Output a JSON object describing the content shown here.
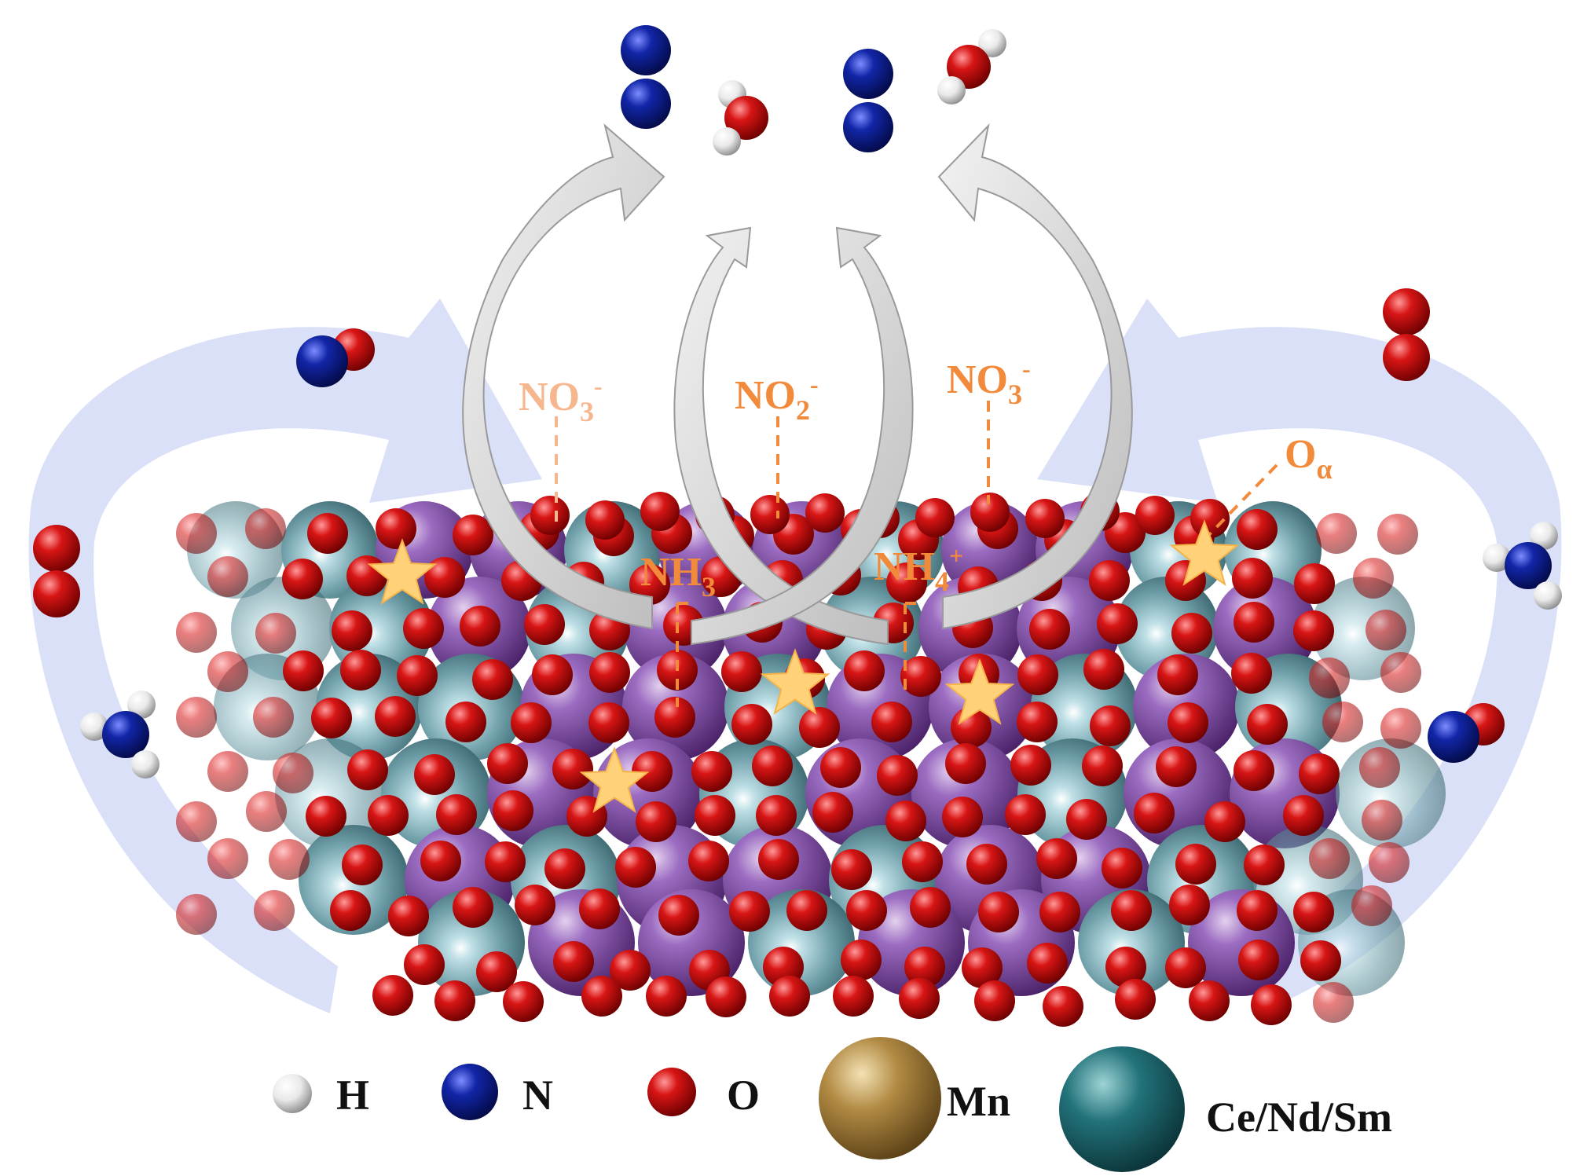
{
  "colors": {
    "h_atom": "#f2f2f2",
    "n_atom": "#0d1f8c",
    "o_atom": "#c00d0d",
    "mn_atom": "#a8803a",
    "ce_atom": "#1e6e74",
    "lattice_mn": "#8a5bb0",
    "lattice_ce": "#6a9aa4",
    "label": "#f28a3c",
    "star": "#ffd27a",
    "blue_arrow": "#b9c7f1",
    "grey_arrow": "#cfcfcf"
  },
  "labels": {
    "no3_left": {
      "main": "NO",
      "sub": "3",
      "sup": "-"
    },
    "no2_center": {
      "main": "NO",
      "sub": "2",
      "sup": "-"
    },
    "no3_right": {
      "main": "NO",
      "sub": "3",
      "sup": "-"
    },
    "nh3": {
      "main": "NH",
      "sub": "3",
      "sup": ""
    },
    "nh4": {
      "main": "NH",
      "sub": "4",
      "sup": "+"
    },
    "o_alpha": {
      "main": "O",
      "sub": "α",
      "sup": ""
    }
  },
  "legend": [
    {
      "key": "h",
      "label": "H",
      "color_ref": "h_atom",
      "icon": "hydrogen-atom-icon"
    },
    {
      "key": "n",
      "label": "N",
      "color_ref": "n_atom",
      "icon": "nitrogen-atom-icon"
    },
    {
      "key": "o",
      "label": "O",
      "color_ref": "o_atom",
      "icon": "oxygen-atom-icon"
    },
    {
      "key": "mn",
      "label": "Mn",
      "color_ref": "mn_atom",
      "icon": "manganese-atom-icon"
    },
    {
      "key": "ce",
      "label": "Ce/Nd/Sm",
      "color_ref": "ce_atom",
      "icon": "rare-earth-atom-icon"
    }
  ]
}
